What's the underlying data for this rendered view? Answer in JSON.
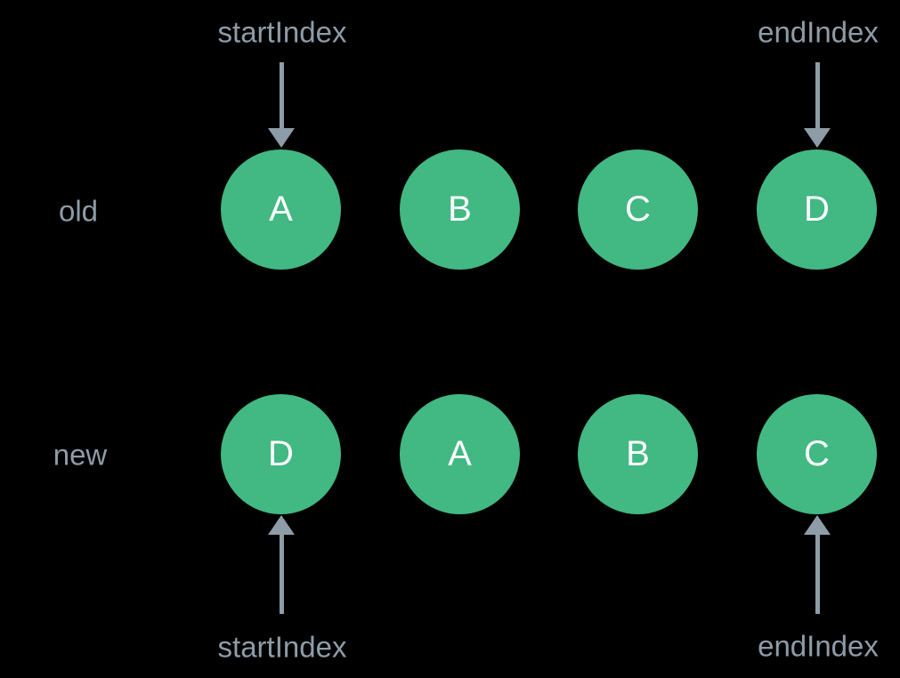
{
  "colors": {
    "background": "#000000",
    "node": "#42b883",
    "node_text": "#ffffff",
    "label": "#8e9ca7",
    "arrow": "#8e9ca7"
  },
  "pointers": {
    "top": [
      {
        "label": "startIndex"
      },
      {
        "label": "endIndex"
      }
    ],
    "bottom": [
      {
        "label": "startIndex"
      },
      {
        "label": "endIndex"
      }
    ]
  },
  "rows": {
    "old": {
      "label": "old",
      "nodes": [
        "A",
        "B",
        "C",
        "D"
      ]
    },
    "new": {
      "label": "new",
      "nodes": [
        "D",
        "A",
        "B",
        "C"
      ]
    }
  }
}
